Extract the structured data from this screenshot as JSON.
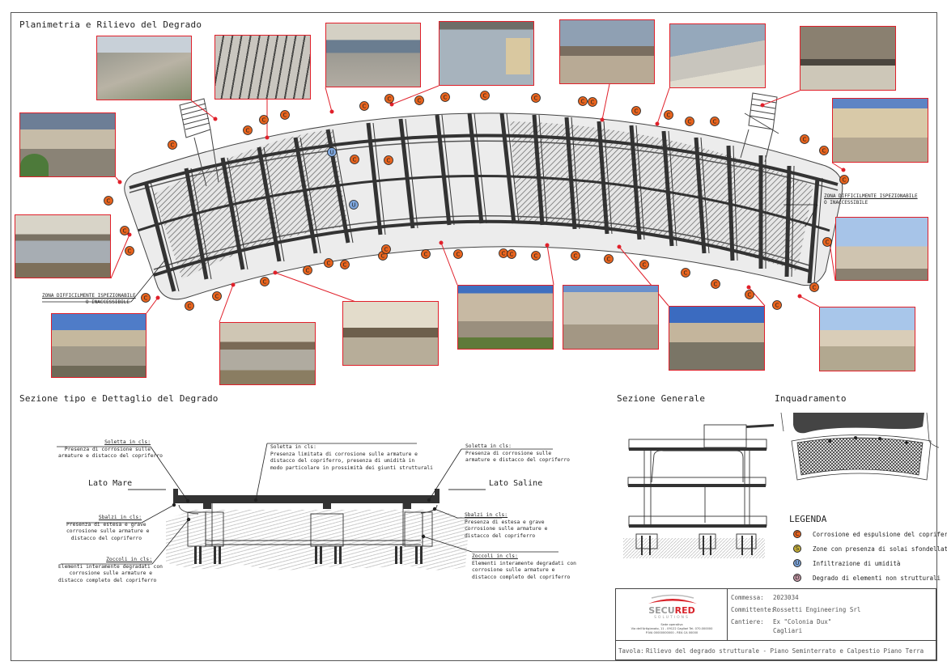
{
  "sections": {
    "plan_title": "Planimetria e Rilievo del Degrado",
    "detail_title": "Sezione tipo e Dettaglio del Degrado",
    "general_section_title": "Sezione Generale",
    "framing_title": "Inquadramento"
  },
  "plan": {
    "zone_label_line1": "ZONA DIFFICILMENTE ISPEZIONABILE",
    "zone_label_line2": "O INACCESSIBILE",
    "marker_letter_corrosion": "C",
    "marker_letter_humidity": "U",
    "photos": [
      {
        "id": "p1",
        "subject": "collapsed staircase"
      },
      {
        "id": "p2",
        "subject": "ceiling with exposed rebar"
      },
      {
        "id": "p3",
        "subject": "facade with cracked beam"
      },
      {
        "id": "p4",
        "subject": "wall with boarded window"
      },
      {
        "id": "p5",
        "subject": "spalled beam ends"
      },
      {
        "id": "p6",
        "subject": "degraded ceiling slab"
      },
      {
        "id": "p7",
        "subject": "overhang with vegetation"
      },
      {
        "id": "p8",
        "subject": "rounded balcony corrosion"
      },
      {
        "id": "p9",
        "subject": "slab overhang side view"
      },
      {
        "id": "p10",
        "subject": "rounded balcony from below"
      },
      {
        "id": "p11",
        "subject": "underside of overhang"
      },
      {
        "id": "p12",
        "subject": "overhang beam corrosion"
      },
      {
        "id": "p13",
        "subject": "graffiti facade 1"
      },
      {
        "id": "p14",
        "subject": "graffiti facade 2"
      },
      {
        "id": "p15",
        "subject": "slab edge corrosion"
      },
      {
        "id": "p16",
        "subject": "rounded balcony sky"
      }
    ]
  },
  "detail": {
    "lato_mare": "Lato Mare",
    "lato_saline": "Lato Saline",
    "notes": {
      "soletta_left": {
        "head": "Soletta in cls:",
        "lines": [
          "Presenza di corrosione sulle",
          "armature e distacco del copriferro"
        ]
      },
      "soletta_center": {
        "head": "Soletta in cls:",
        "lines": [
          "Presenza limitata di corrosione sulle armature e",
          "distacco del copriferro, presenza di umidità in",
          "modo particolare in prossimità dei giunti strutturali"
        ]
      },
      "soletta_right": {
        "head": "Soletta in cls:",
        "lines": [
          "Presenza di corrosione sulle",
          "armature e distacco del copriferro"
        ]
      },
      "sbalzi_left": {
        "head": "Sbalzi in cls:",
        "lines": [
          "Presenza di estesa e grave",
          "corrosione sulle armature e",
          "distacco del copriferro"
        ]
      },
      "sbalzi_right": {
        "head": "Sbalzi in cls:",
        "lines": [
          "Presenza di estesa e grave",
          "corrosione sulle armature e",
          "distacco del copriferro"
        ]
      },
      "zoccoli_left": {
        "head": "Zoccoli in cls:",
        "lines": [
          "Elementi interamente degradati con",
          "corrosione sulle armature e",
          "distacco completo del copriferro"
        ]
      },
      "zoccoli_right": {
        "head": "Zoccoli in cls:",
        "lines": [
          "Elementi interamente degradati con",
          "corrosione sulle armature e",
          "distacco completo del copriferro"
        ]
      }
    }
  },
  "legend": {
    "title": "LEGENDA",
    "items": [
      {
        "badge": "C",
        "color": "#e8641e",
        "label": "Corrosione ed espulsione del copriferro"
      },
      {
        "badge": "S",
        "color": "#c9b23a",
        "label": "Zone con presenza di solai sfondellati"
      },
      {
        "badge": "U",
        "color": "#7ea6dc",
        "label": "Infiltrazione di umidità"
      },
      {
        "badge": "D",
        "color": "#c89aa8",
        "label": "Degrado di elementi non strutturali"
      }
    ]
  },
  "titleblock": {
    "logo_main_a": "SECU",
    "logo_main_b": "RED",
    "logo_sub": "SOLUTIONS",
    "company_line1": "Sede operativa",
    "company_line2": "Via dell'Artigianato, 11 - 09122 Cagliari Tel. 070.000000",
    "company_line3": "P.IVA 00000000000 - REA CA 00000",
    "commessa_label": "Commessa:",
    "commessa_value": "2023034",
    "committente_label": "Committente:",
    "committente_value": "Rossetti Engineering Srl",
    "cantiere_label": "Cantiere:",
    "cantiere_value_1": "Ex \"Colonia Dux\"",
    "cantiere_value_2": "Cagliari",
    "tavola_label": "Tavola:",
    "tavola_value": "Rilievo del degrado strutturale - Piano Seminterrato e Calpestio Piano Terra"
  },
  "colors": {
    "photo_frame": "#e0202a",
    "leader": "#e0202a",
    "corrosion": "#e8641e",
    "humidity": "#7ea6dc",
    "brand_red": "#d8232a"
  }
}
